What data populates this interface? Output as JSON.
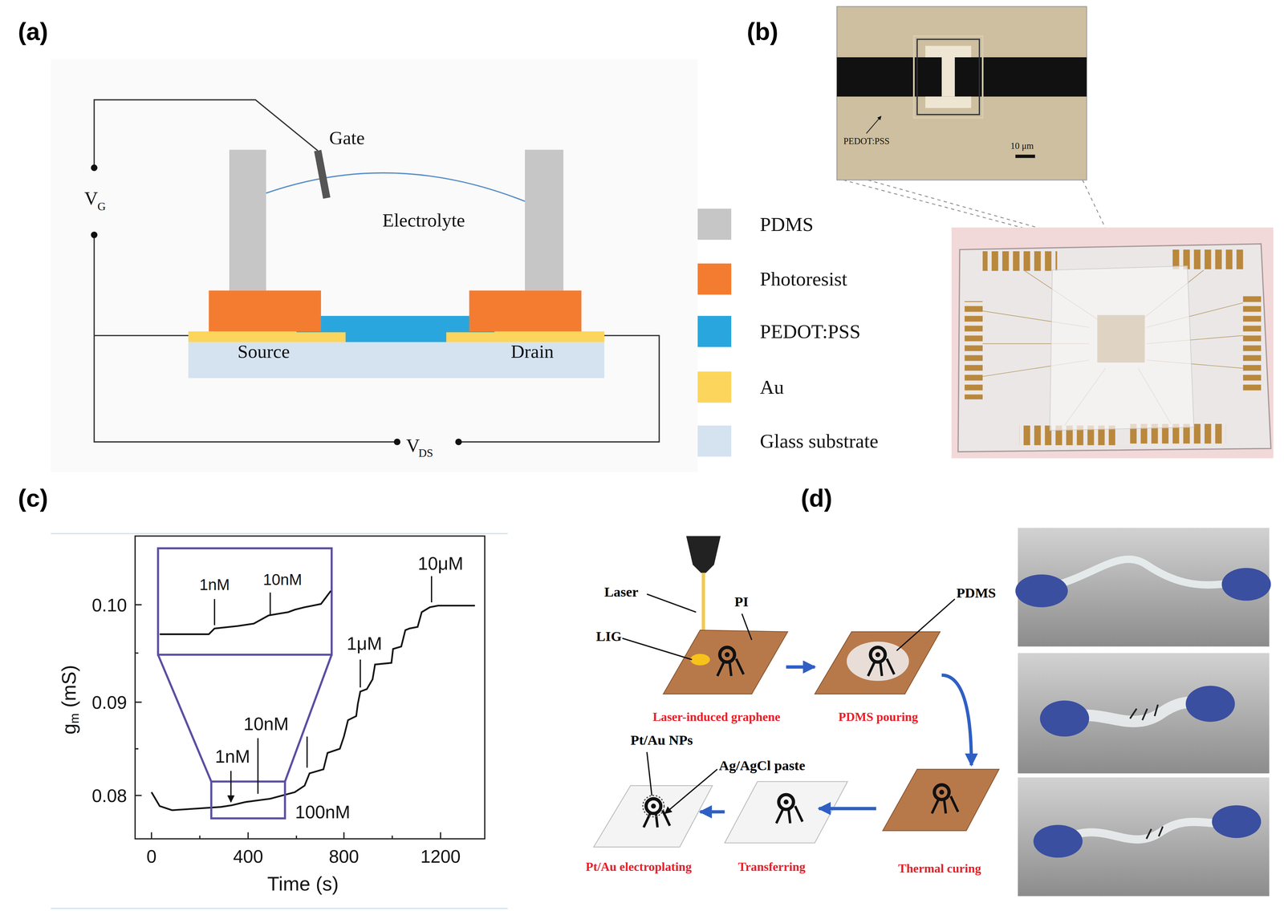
{
  "diagram": {
    "nodes": [
      {
        "text": [
          "Laser-induced graphene"
        ]
      },
      {
        "text": [
          "PDMS pouring"
        ]
      },
      {
        "text": [
          "Thermal curing"
        ]
      },
      {
        "text": [
          "Transferring"
        ]
      },
      {
        "text": [
          "Pt/Au electroplating"
        ]
      }
    ],
    "edges": [
      {
        "from": 0,
        "to": 1,
        "arrow": "to"
      },
      {
        "from": 1,
        "to": 2,
        "arrow": "to"
      },
      {
        "from": 2,
        "to": 3,
        "arrow": "to"
      },
      {
        "from": 3,
        "to": 4,
        "arrow": "to"
      }
    ],
    "labels": [
      "(a)",
      "Gate",
      "V",
      "G",
      "Electrolyte",
      "Source",
      "Drain",
      "V",
      "DS",
      "(b)",
      "PEDOT:PSS",
      "10 μm",
      "(c)",
      "1nM",
      "10nM",
      "10μM",
      "1μM",
      "10nM",
      "1nM",
      "100nM",
      "0.10",
      "0.09",
      "0.08",
      "0",
      "400",
      "800",
      "1200",
      "Time (s)",
      "g",
      "m",
      "(mS)",
      "(d)",
      "Laser",
      "PI",
      "LIG",
      "PDMS",
      "Pt/Au NPs",
      "Ag/AgCl paste"
    ],
    "legend": [
      {
        "text": "PDMS",
        "color": "#c6c6c6"
      },
      {
        "text": "Photoresist",
        "color": "#f47c30"
      },
      {
        "text": "PEDOT:PSS",
        "color": "#2aa6de"
      },
      {
        "text": "Au",
        "color": "#fcd55c"
      },
      {
        "text": "Glass substrate",
        "color": "#d5e3f1"
      }
    ]
  }
}
